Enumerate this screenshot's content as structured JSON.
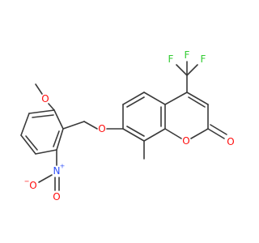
{
  "molecule": {
    "atoms": [
      {
        "id": "F1",
        "label": "F",
        "color": "#33cc33"
      },
      {
        "id": "F2",
        "label": "F",
        "color": "#33cc33"
      },
      {
        "id": "F3",
        "label": "F",
        "color": "#33cc33"
      },
      {
        "id": "O_methoxy",
        "label": "O",
        "color": "#ff0d0d"
      },
      {
        "id": "O_ether",
        "label": "O",
        "color": "#ff0d0d"
      },
      {
        "id": "O_ring",
        "label": "O",
        "color": "#ff0d0d"
      },
      {
        "id": "O_carbonyl",
        "label": "O",
        "color": "#ff0d0d"
      },
      {
        "id": "N_nitro",
        "label": "N",
        "color": "#3050f8"
      },
      {
        "id": "N_charge",
        "label": "+",
        "color": "#3050f8"
      },
      {
        "id": "O_nitro_top",
        "label": "O",
        "color": "#ff0d0d"
      },
      {
        "id": "O_nitro_side",
        "label": "O",
        "color": "#ff0d0d"
      },
      {
        "id": "O_nitro_charge",
        "label": "−",
        "color": "#ff0d0d"
      }
    ],
    "bond_color": "#3a3a3a"
  }
}
